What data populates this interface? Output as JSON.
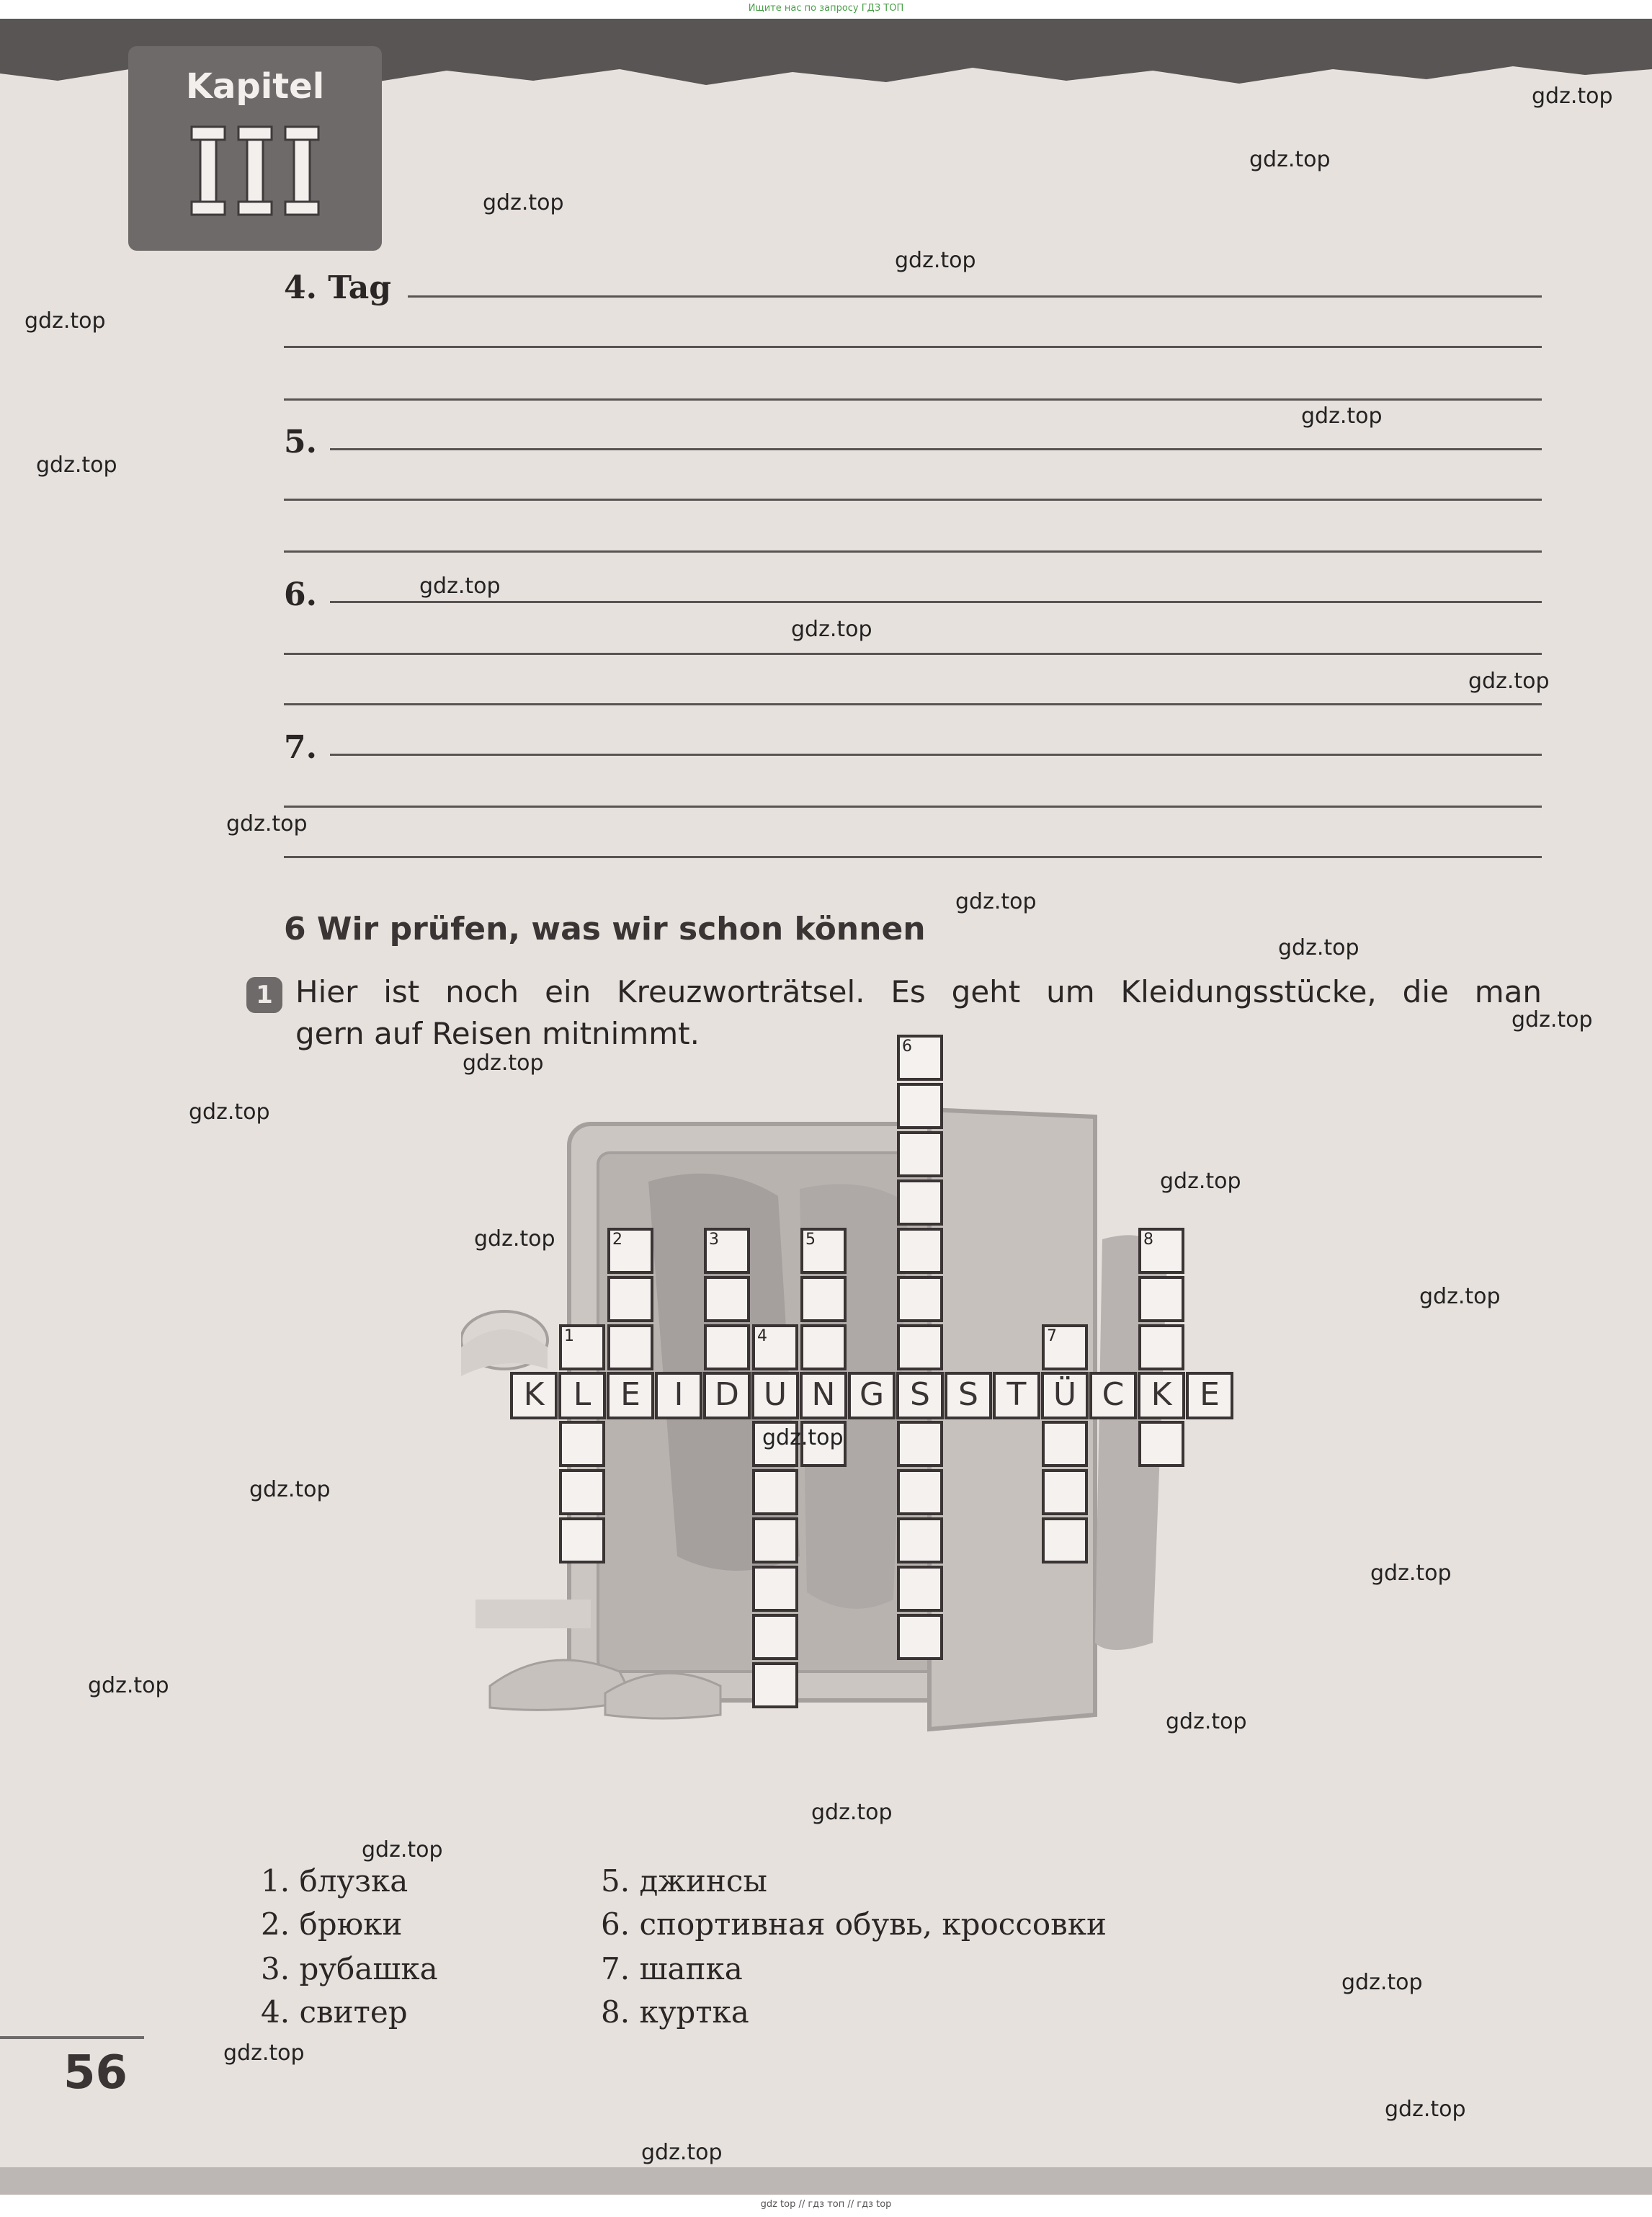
{
  "top_note": "Ищите нас по запросу ГДЗ ТОП",
  "bottom_note": "gdz top  //  гдз топ  //  гдз top",
  "chapter": {
    "label": "Kapitel",
    "numeral": "III"
  },
  "diary_lines": [
    {
      "number": "4.",
      "text": "Tag"
    },
    {
      "number": "5.",
      "text": ""
    },
    {
      "number": "6.",
      "text": ""
    },
    {
      "number": "7.",
      "text": ""
    }
  ],
  "section_heading": "6 Wir prüfen, was wir schon können",
  "task": {
    "badge": "1",
    "line1": "Hier ist noch ein Kreuzworträtsel. Es geht um Kleidungsstücke, die man",
    "line2": "gern auf Reisen mitnimmt."
  },
  "crossword": {
    "word_letters": [
      "K",
      "L",
      "E",
      "I",
      "D",
      "U",
      "N",
      "G",
      "S",
      "S",
      "T",
      "Ü",
      "C",
      "K",
      "E"
    ],
    "clue_numbers": [
      "1",
      "2",
      "3",
      "4",
      "5",
      "6",
      "7",
      "8"
    ]
  },
  "clues": [
    {
      "number": "1.",
      "text": "блузка"
    },
    {
      "number": "2.",
      "text": "брюки"
    },
    {
      "number": "3.",
      "text": "рубашка"
    },
    {
      "number": "4.",
      "text": "свитер"
    },
    {
      "number": "5.",
      "text": "джинсы"
    },
    {
      "number": "6.",
      "text": "спортивная обувь, кроссовки"
    },
    {
      "number": "7.",
      "text": "шапка"
    },
    {
      "number": "8.",
      "text": "куртка"
    }
  ],
  "page_number": "56",
  "watermark": "gdz.top"
}
